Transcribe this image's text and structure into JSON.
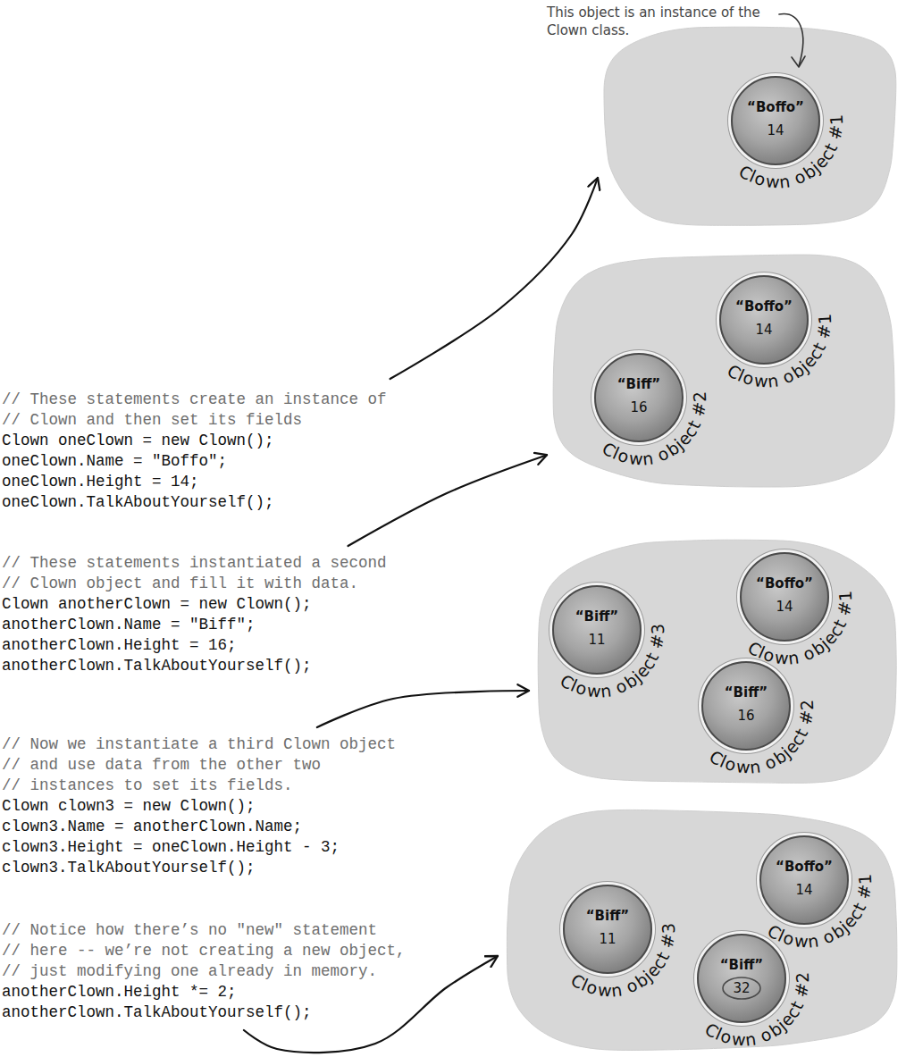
{
  "diagram": {
    "nodes": [
      {
        "text": [
          "// These statements create an instance of",
          "// Clown and then set its fields",
          "Clown oneClown = new Clown();",
          "oneClown.Name = \"Boffo\";",
          "oneClown.Height = 14;",
          "oneClown.TalkAboutYourself();"
        ]
      },
      {
        "text": [
          "// These statements instantiated a second",
          "// Clown object and fill it with data.",
          "Clown anotherClown = new Clown();",
          "anotherClown.Name = \"Biff\";",
          "anotherClown.Height = 16;",
          "anotherClown.TalkAboutYourself();"
        ]
      },
      {
        "text": [
          "// Now we instantiate a third Clown object",
          "// and use data from the other two",
          "// instances to set its fields.",
          "Clown clown3 = new Clown();",
          "clown3.Name = anotherClown.Name;",
          "clown3.Height = oneClown.Height - 3;",
          "clown3.TalkAboutYourself();"
        ]
      },
      {
        "text": [
          "// Notice how there’s no \"new\" statement",
          "// here -- we’re not creating a new object,",
          "// just modifying one already in memory.",
          "anotherClown.Height *= 2;",
          "anotherClown.TalkAboutYourself();"
        ]
      },
      {},
      {
        "text": [
          "“Boffo”",
          "14",
          "Clown object #1"
        ],
        "in": 4
      },
      {},
      {
        "text": [
          "“Boffo”",
          "14",
          "Clown object #1"
        ],
        "in": 6
      },
      {
        "text": [
          "“Biff”",
          "16",
          "Clown object #2"
        ],
        "in": 6
      },
      {},
      {
        "text": [
          "“Boffo”",
          "14",
          "Clown object #1"
        ],
        "in": 9
      },
      {
        "text": [
          "“Biff”",
          "11",
          "Clown object #3"
        ],
        "in": 9
      },
      {
        "text": [
          "“Biff”",
          "16",
          "Clown object #2"
        ],
        "in": 9
      },
      {},
      {
        "text": [
          "“Boffo”",
          "14",
          "Clown object #1"
        ],
        "in": 13
      },
      {
        "text": [
          "“Biff”",
          "11",
          "Clown object #3"
        ],
        "in": 13
      },
      {
        "text": [
          "“Biff”",
          "32",
          "Clown object #2"
        ],
        "in": 13
      }
    ],
    "edges": [
      {
        "from": 0,
        "to": 4,
        "arrow": "to"
      },
      {
        "from": 1,
        "to": 6,
        "arrow": "to"
      },
      {
        "from": 2,
        "to": 9,
        "arrow": "to"
      },
      {
        "from": 3,
        "to": 13,
        "arrow": "to"
      }
    ],
    "labels": [
      "This object is an instance of the Clown class."
    ]
  }
}
